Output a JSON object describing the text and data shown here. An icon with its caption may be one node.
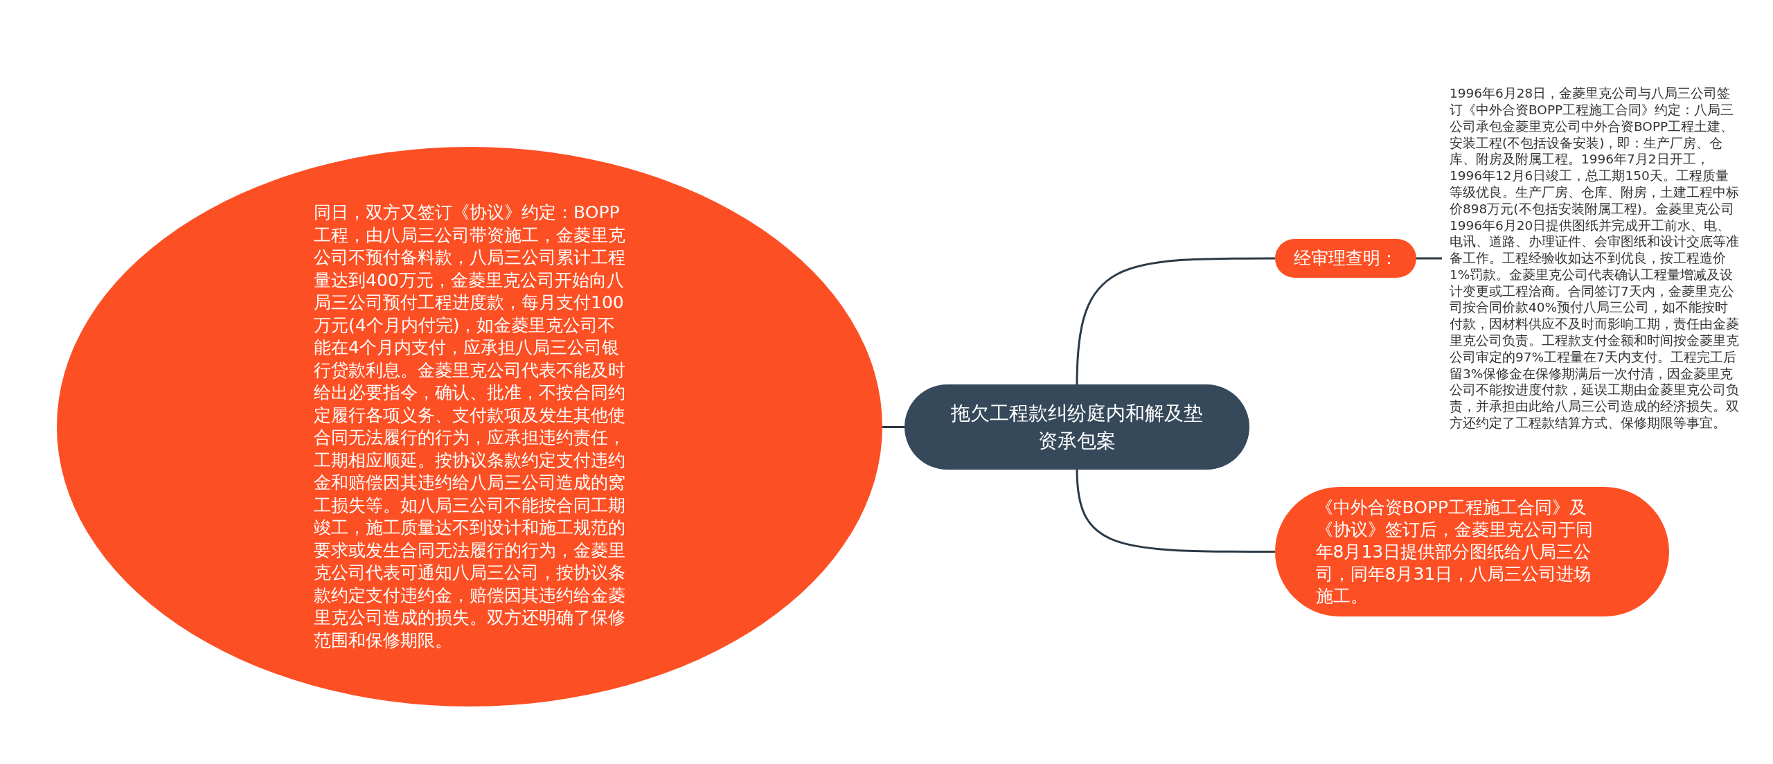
{
  "diagram": {
    "nodes": [
      {
        "text": [
          "拖欠工程款纠纷庭内和解及垫资承包案"
        ]
      },
      {
        "text": [
          "同日，双方又签订《协议》约定：BOPP工程，由八局三公司带资施工，金菱里克公司不预付备料款，八局三公司累计工程量达到400万元，金菱里克公司开始向八局三公司预付工程进度款，每月支付100万元(4个月内付完)，如金菱里克公司不能在4个月内支付，应承担八局三公司银行贷款利息。金菱里克公司代表不能及时给出必要指令，确认、批准，不按合同约定履行各项义务、支付款项及发生其他使合同无法履行的行为，应承担违约责任，工期相应顺延。按协议条款约定支付违约金和赔偿因其违约给八局三公司造成的窝工损失等。如八局三公司不能按合同工期竣工，施工质量达不到设计和施工规范的要求或发生合同无法履行的行为，金菱里克公司代表可通知八局三公司，按协议条款约定支付违约金，赔偿因其违约给金菱里克公司造成的损失。双方还明确了保修范围和保修期限。"
        ]
      },
      {
        "text": [
          "经审理查明："
        ]
      },
      {
        "text": [
          "1996年6月28日，金菱里克公司与八局三公司签订《中外合资BOPP工程施工合同》约定：八局三公司承包金菱里克公司中外合资BOPP工程土建、安装工程(不包括设备安装)，即：生产厂房、仓库、附房及附属工程。1996年7月2日开工，1996年12月6日竣工，总工期150天。工程质量等级优良。生产厂房、仓库、附房，土建工程中标价898万元(不包括安装附属工程)。金菱里克公司1996年6月20日提供图纸并完成开工前水、电、电讯、道路、办理证件、会审图纸和设计交底等准备工作。工程经验收如达不到优良，按工程造价1%罚款。金菱里克公司代表确认工程量增减及设计变更或工程洽商。合同签订7天内，金菱里克公司按合同价款40%预付八局三公司，如不能按时付款，因材料供应不及时而影响工期，责任由金菱里克公司负责。工程款支付金额和时间按金菱里克公司审定的97%工程量在7天内支付。工程完工后留3%保修金在保修期满后一次付清，因金菱里克公司不能按进度付款，延误工期由金菱里克公司负责，并承担由此给八局三公司造成的经济损失。双方还约定了工程款结算方式、保修期限等事宜。"
        ]
      },
      {
        "text": [
          "《中外合资BOPP工程施工合同》及《协议》签订后，金菱里克公司于同年8月13日提供部分图纸给八局三公司，同年8月31日，八局三公司进场施工。"
        ]
      }
    ],
    "edges": [
      {
        "from": 0,
        "to": 1,
        "arrow": "none"
      },
      {
        "from": 0,
        "to": 2,
        "arrow": "none"
      },
      {
        "from": 2,
        "to": 3,
        "arrow": "none"
      },
      {
        "from": 0,
        "to": 4,
        "arrow": "none"
      }
    ]
  }
}
